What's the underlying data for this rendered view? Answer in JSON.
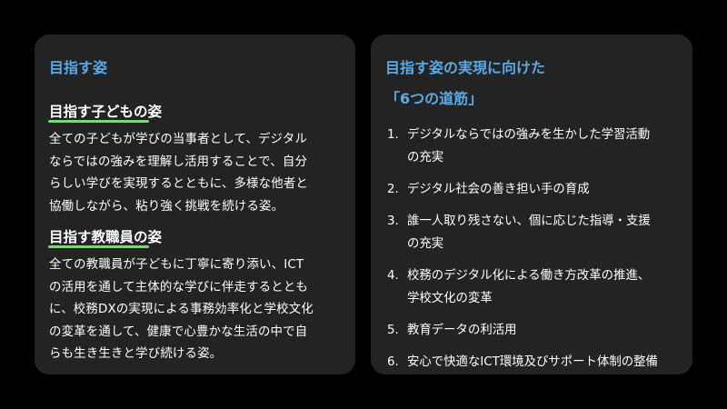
{
  "left_card": {
    "title": "目指す姿",
    "sections": [
      {
        "heading_underlined": "目指す子どもの",
        "heading_rest": "姿",
        "body": "全ての子どもが学びの当事者として、デジタル\nならではの強みを理解し活用することで、自分\nらしい学びを実現するとともに、多様な他者と\n協働しながら、粘り強く挑戦を続ける姿。"
      },
      {
        "heading_underlined": "目指す教職員の",
        "heading_rest": "姿",
        "body": "全ての教職員が子どもに丁寧に寄り添い、ICT\nの活用を通して主体的な学びに伴走するととも\nに、校務DXの実現による事務効率化と学校文化\nの変革を通して、健康で心豊かな生活の中で自\nらも生き生きと学び続ける姿。"
      }
    ]
  },
  "right_card": {
    "title_line1": "目指す姿の実現に向けた",
    "title_line2": "「6つの道筋」",
    "items": [
      {
        "num": "1.",
        "text": "デジタルならではの強みを生かした学習活動\nの充実"
      },
      {
        "num": "2.",
        "text": "デジタル社会の善き担い手の育成"
      },
      {
        "num": "3.",
        "text": "誰一人取り残さない、個に応じた指導・支援\nの充実"
      },
      {
        "num": "4.",
        "text": "校務のデジタル化による働き方改革の推進、\n学校文化の変革"
      },
      {
        "num": "5.",
        "text": "教育データの利活用"
      },
      {
        "num": "6.",
        "text": "安心で快適なICT環境及びサポート体制の整備"
      }
    ]
  },
  "colors": {
    "background": "#000000",
    "card": "#232323",
    "title_accent": "#5aaae6",
    "underline_accent": "#7bd77a",
    "text": "#ffffff"
  }
}
